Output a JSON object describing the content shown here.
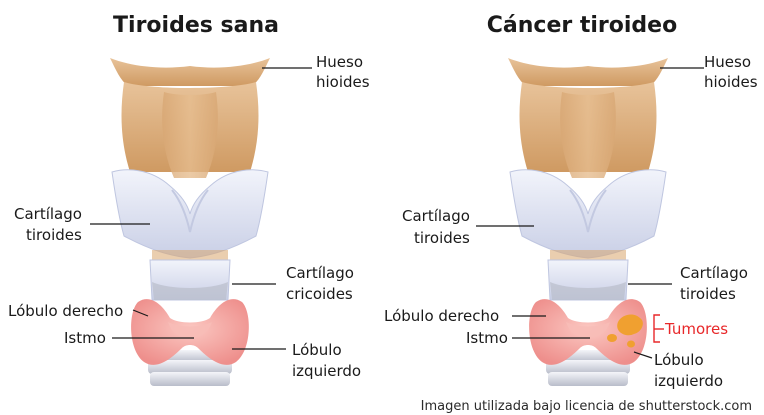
{
  "left": {
    "title": "Tiroides sana",
    "labels": {
      "hyoid_1": "Hueso",
      "hyoid_2": "hioides",
      "thyroid_cart_1": "Cartílago",
      "thyroid_cart_2": "tiroides",
      "cricoid_1": "Cartílago",
      "cricoid_2": "cricoides",
      "right_lobe": "Lóbulo derecho",
      "isthmus": "Istmo",
      "left_lobe_1": "Lóbulo",
      "left_lobe_2": "izquierdo"
    }
  },
  "right": {
    "title": "Cáncer tiroideo",
    "labels": {
      "hyoid_1": "Hueso",
      "hyoid_2": "hioides",
      "thyroid_cart_1": "Cartílago",
      "thyroid_cart_2": "tiroides",
      "cricoid_1": "Cartílago",
      "cricoid_2": "tiroides",
      "right_lobe": "Lóbulo derecho",
      "isthmus": "Istmo",
      "tumors": "Tumores",
      "left_lobe_1": "Lóbulo",
      "left_lobe_2": "izquierdo"
    }
  },
  "credit": "Imagen utilizada bajo licencia de shutterstock.com",
  "colors": {
    "bone": "#d9a56e",
    "cartilage": "#e4e8f6",
    "gland": "#f5a9a5",
    "tumor": "#f0a030",
    "tumor_label": "#e8282a"
  }
}
